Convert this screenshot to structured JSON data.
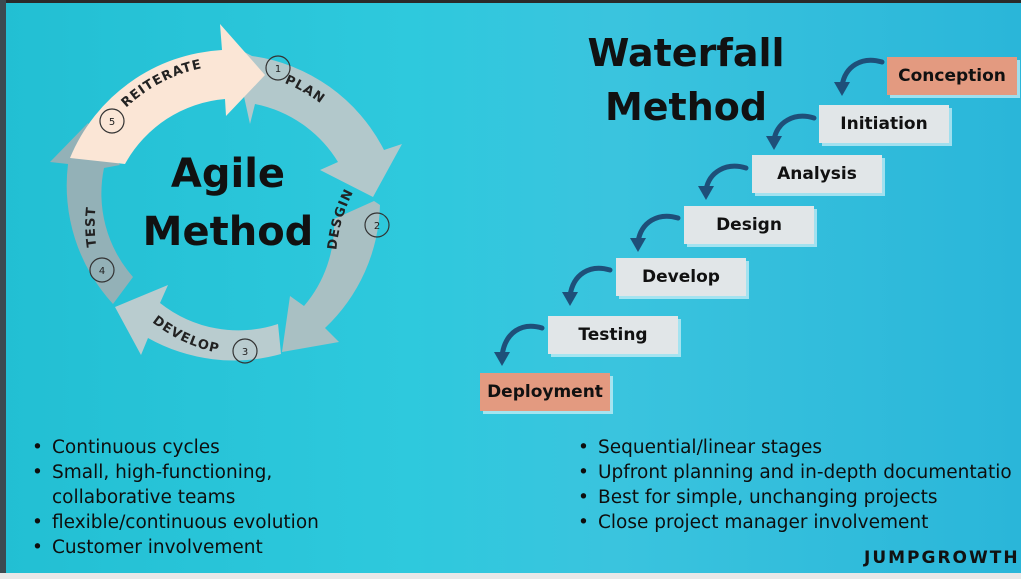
{
  "agile": {
    "title_line1": "Agile",
    "title_line2": "Method",
    "stages": [
      {
        "label": "PLAN",
        "number": "1"
      },
      {
        "label": "DESGIN",
        "number": "2"
      },
      {
        "label": "DEVELOP",
        "number": "3"
      },
      {
        "label": "TEST",
        "number": "4"
      },
      {
        "label": "REITERATE",
        "number": "5"
      }
    ],
    "bullets": [
      "Continuous cycles",
      "Small, high-functioning,",
      "collaborative teams",
      "flexible/continuous evolution",
      "Customer involvement"
    ]
  },
  "waterfall": {
    "title_line1": "Waterfall",
    "title_line2": "Method",
    "steps": [
      "Conception",
      "Initiation",
      "Analysis",
      "Design",
      "Develop",
      "Testing",
      "Deployment"
    ],
    "bullets": [
      "Sequential/linear stages",
      "Upfront planning and in-depth documentatio",
      "Best for simple, unchanging projects",
      "Close project manager involvement"
    ]
  },
  "logo": {
    "text": "JUMPGROWTH"
  },
  "colors": {
    "background": "#2ec9dd",
    "cycle_segment": "#b2c8cb",
    "reiterate_segment": "#fbe6d6",
    "step_box": "#e1e6e8",
    "step_highlight": "#e39a80",
    "arrow": "#1e4f79"
  }
}
